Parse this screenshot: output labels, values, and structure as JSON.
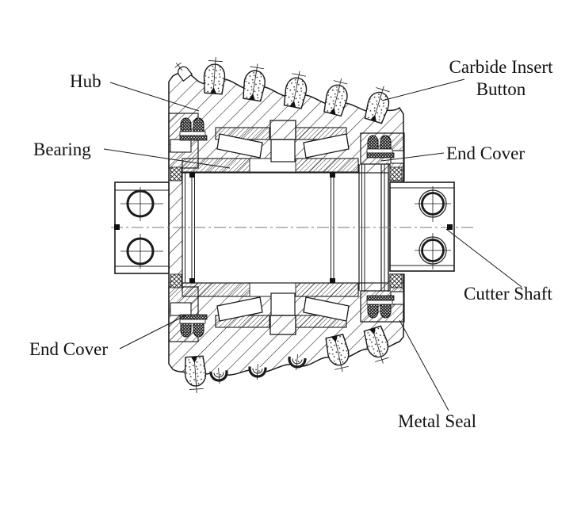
{
  "diagram": {
    "labels": {
      "hub": "Hub",
      "bearing": "Bearing",
      "carbide_insert_line1": "Carbide Insert",
      "carbide_insert_line2": "Button",
      "end_cover_right": "End Cover",
      "cutter_shaft": "Cutter Shaft",
      "end_cover_left": "End Cover",
      "metal_seal": "Metal Seal"
    },
    "colors": {
      "line": "#1a1a1a",
      "background": "#ffffff"
    }
  }
}
